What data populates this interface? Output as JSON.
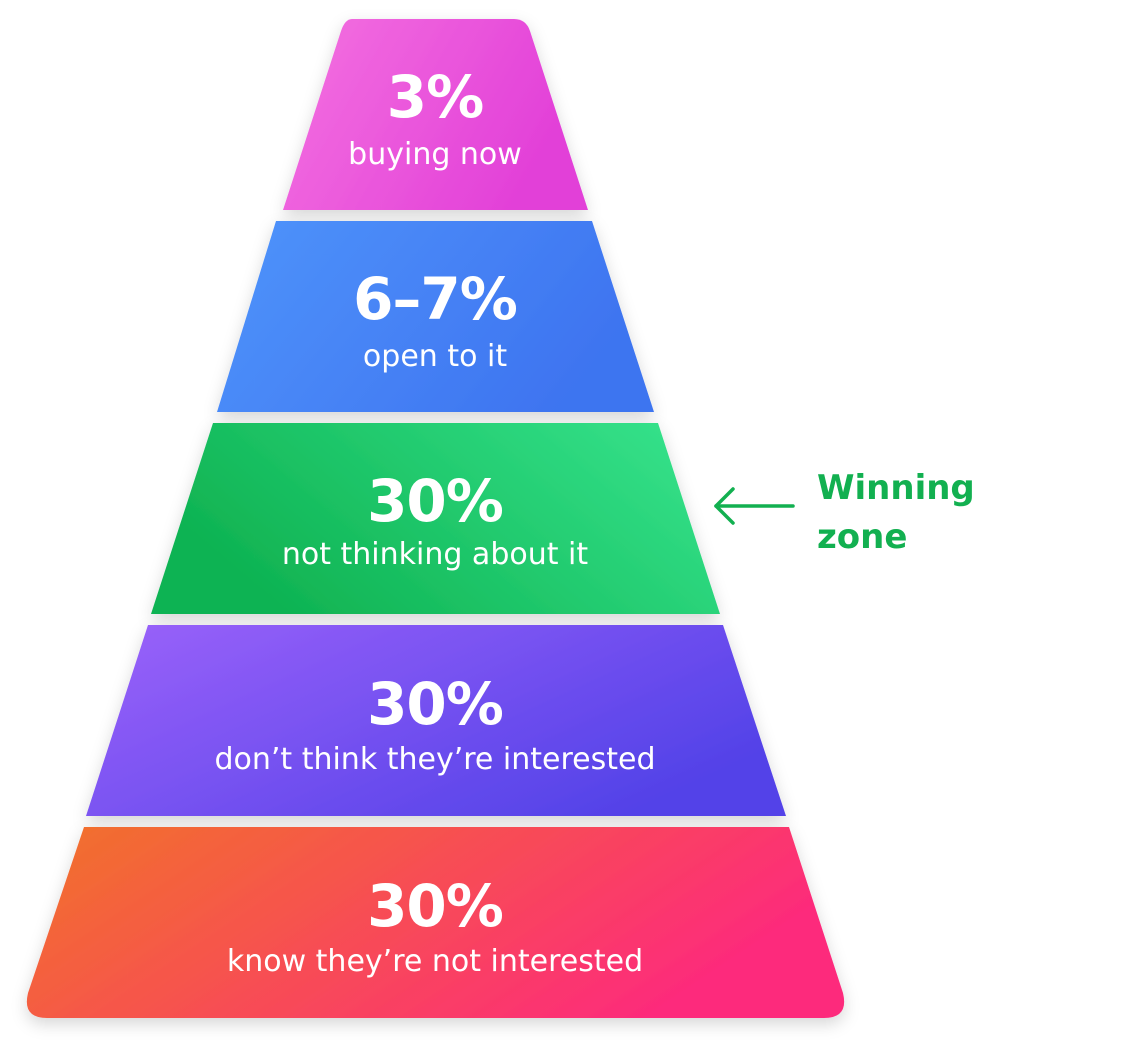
{
  "tiers": [
    {
      "value": "3%",
      "label": "buying now",
      "color_start": "#f472e0",
      "color_end": "#e23fd8"
    },
    {
      "value": "6–7%",
      "label": "open to it",
      "color_start": "#4f94fb",
      "color_end": "#3e74f0"
    },
    {
      "value": "30%",
      "label": "not thinking about it",
      "color_start": "#0fb352",
      "color_end": "#38e58f"
    },
    {
      "value": "30%",
      "label": "don’t think they’re interested",
      "color_start": "#9b62fa",
      "color_end": "#5342e8"
    },
    {
      "value": "30%",
      "label": "know they’re not interested",
      "color_start": "#f17329",
      "color_end": "#fd2a7c"
    }
  ],
  "callout": {
    "line1": "Winning",
    "line2": "zone",
    "icon": "arrow-left-icon",
    "color": "#12b050",
    "target_tier": 2
  }
}
